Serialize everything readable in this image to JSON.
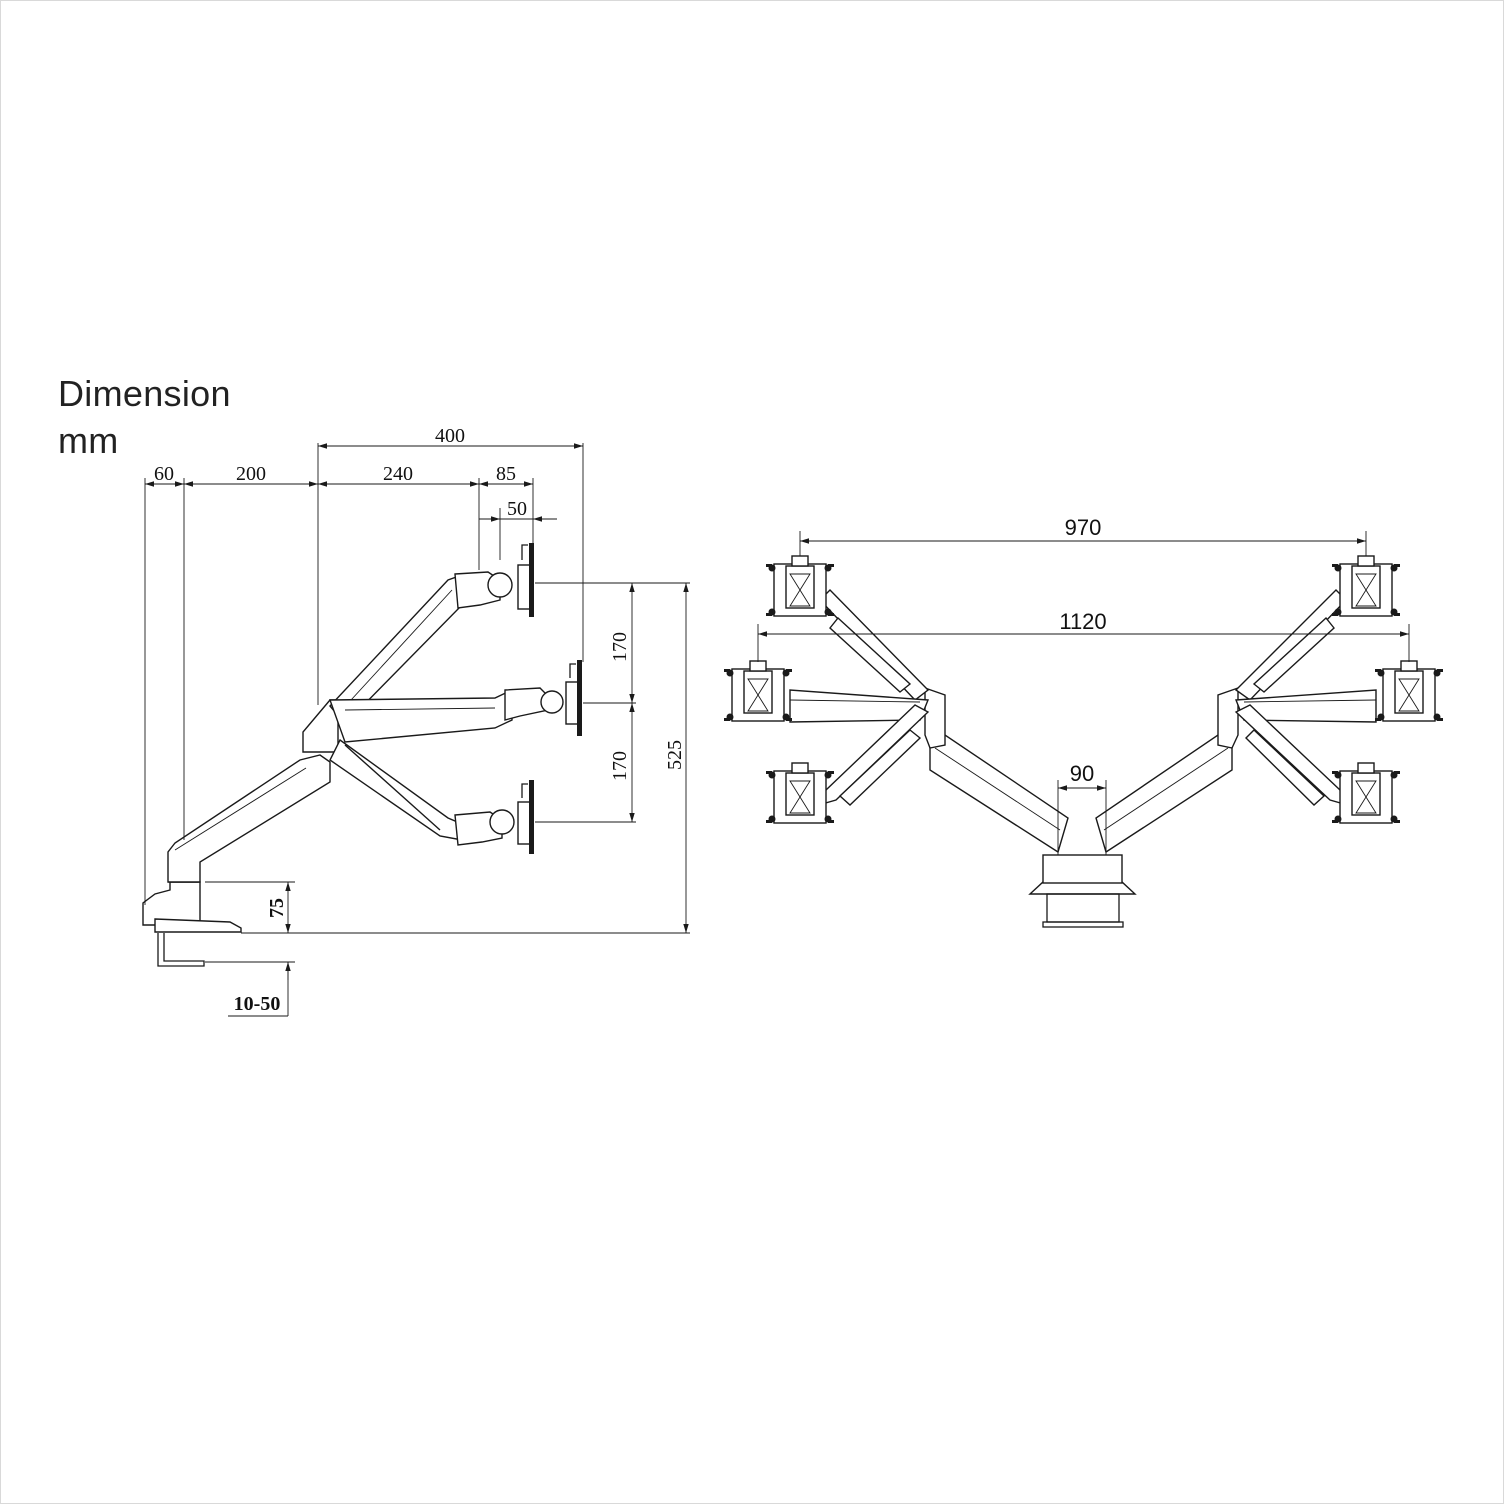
{
  "header": {
    "title": "Dimension",
    "unit": "mm"
  },
  "side_view": {
    "width_dims": [
      "60",
      "200",
      "240",
      "85",
      "50",
      "400"
    ],
    "height_dims": [
      "170",
      "170",
      "525",
      "75"
    ],
    "clamp_range": "10-50"
  },
  "top_view": {
    "reach_inner": "970",
    "reach_outer": "1120",
    "base_width": "90"
  },
  "colors": {
    "line": "#1a1a1a",
    "background": "#ffffff"
  }
}
